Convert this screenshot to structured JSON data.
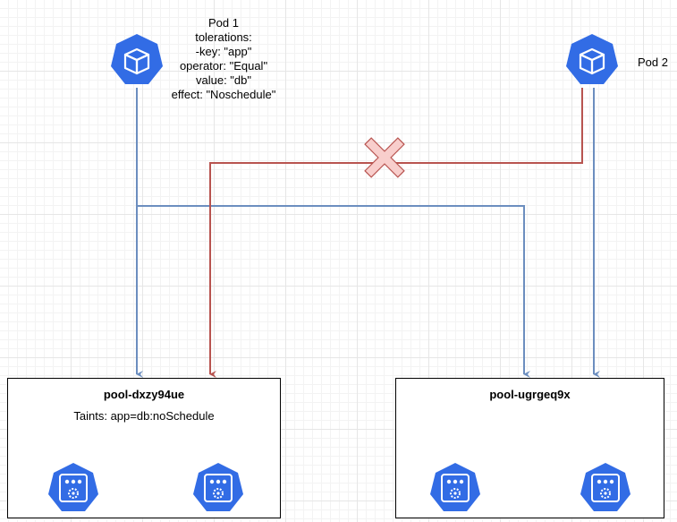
{
  "pods": [
    {
      "name": "Pod 1",
      "tolerations_header": "tolerations:",
      "toleration_lines": [
        "-key: \"app\"",
        "operator: \"Equal\"",
        "value: \"db\"",
        "effect: \"Noschedule\""
      ],
      "icon": "pod-cube-icon"
    },
    {
      "name": "Pod 2",
      "icon": "pod-cube-icon"
    }
  ],
  "pools": [
    {
      "name": "pool-dxzy94ue",
      "taints": "Taints: app=db:noSchedule",
      "nodes": [
        "node-icon",
        "node-icon"
      ]
    },
    {
      "name": "pool-ugrgeq9x",
      "taints": "",
      "nodes": [
        "node-icon",
        "node-icon"
      ]
    }
  ],
  "colors": {
    "k8s_blue": "#326ce5",
    "allowed_edge": "#6c8ebf",
    "blocked_edge": "#b85450",
    "blocked_cross_fill": "#f8cecc"
  },
  "edges": [
    {
      "from": "Pod 1",
      "to": "pool-dxzy94ue",
      "status": "allowed"
    },
    {
      "from": "Pod 1",
      "to": "pool-ugrgeq9x",
      "status": "allowed"
    },
    {
      "from": "Pod 2",
      "to": "pool-dxzy94ue",
      "status": "blocked"
    },
    {
      "from": "Pod 2",
      "to": "pool-ugrgeq9x",
      "status": "allowed"
    }
  ]
}
